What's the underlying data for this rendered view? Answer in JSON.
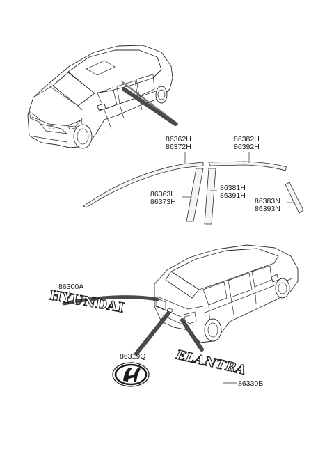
{
  "parts": {
    "p86362H": "86362H",
    "p86372H": "86372H",
    "p86382H": "86382H",
    "p86392H": "86392H",
    "p86363H": "86363H",
    "p86373H": "86373H",
    "p86381H": "86381H",
    "p86391H": "86391H",
    "p86383N": "86383N",
    "p86393N": "86393N",
    "p86300A": "86300A",
    "p86319Q": "86319Q",
    "p86330B": "86330B"
  },
  "emblems": {
    "brand_text": "HYUNDAI",
    "model_text": "ELANTRA"
  },
  "colors": {
    "line": "#2a2a2a",
    "band": "#4a4a4a"
  }
}
